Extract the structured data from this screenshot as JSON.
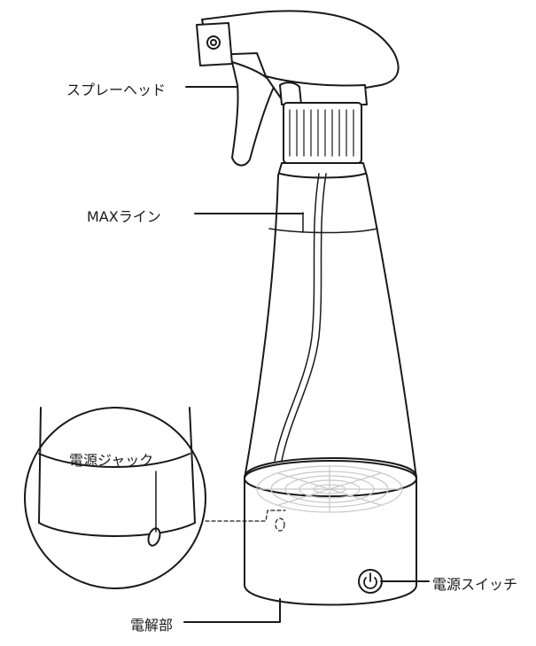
{
  "labels": {
    "spray_head": "スプレーヘッド",
    "max_line": "MAXライン",
    "power_jack": "電源ジャック",
    "power_switch": "電源スイッチ",
    "electrolysis_unit": "電解部"
  },
  "icons": {
    "power_button": "power-icon"
  },
  "colors": {
    "line": "#1a1a1a",
    "fill": "#ffffff",
    "grid_gray": "#cfcfcf"
  }
}
